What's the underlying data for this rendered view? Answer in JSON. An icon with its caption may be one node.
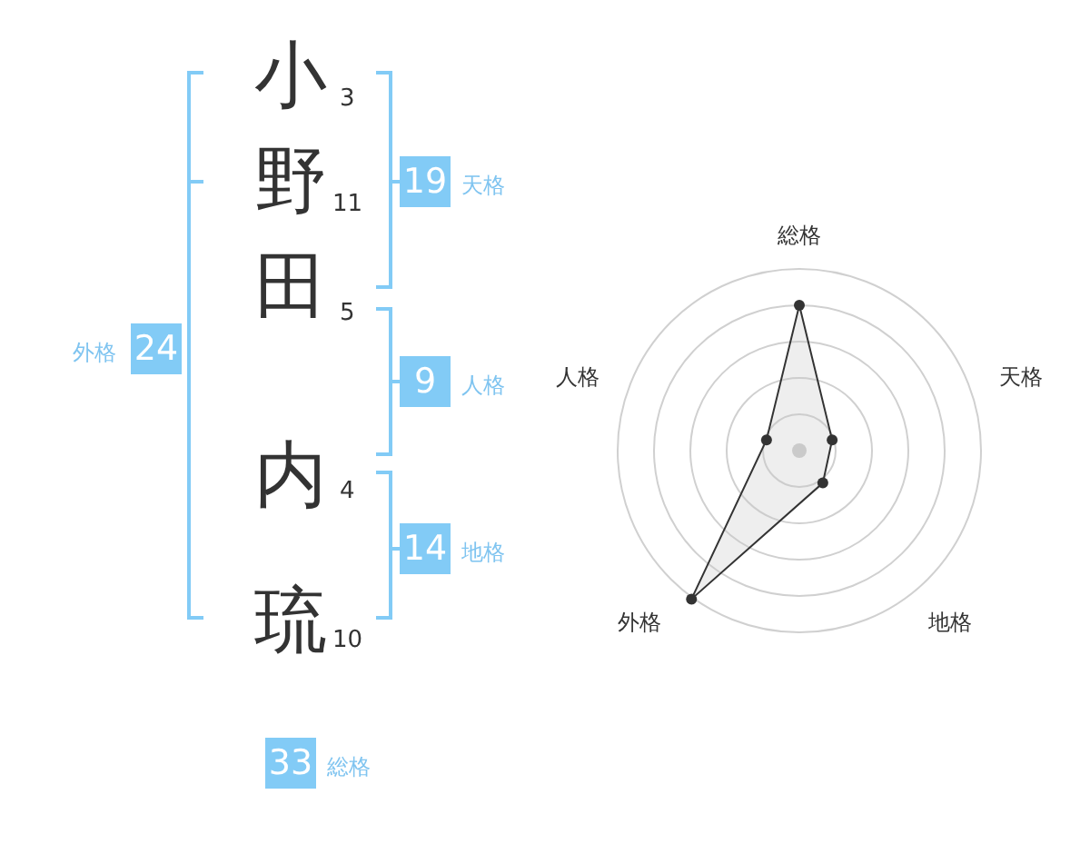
{
  "diagram": {
    "nodes": [
      {
        "text": [
          "19"
        ],
        "beside": [
          "天格"
        ]
      },
      {
        "text": [
          "24"
        ],
        "beside": [
          "外格"
        ]
      },
      {
        "text": [
          "9"
        ],
        "beside": [
          "人格"
        ]
      },
      {
        "text": [
          "14"
        ],
        "beside": [
          "地格"
        ]
      },
      {
        "text": [
          "33"
        ],
        "beside": [
          "総格"
        ]
      }
    ],
    "labels": [
      "小",
      "3",
      "野",
      "11",
      "田",
      "5",
      "内",
      "4",
      "琉",
      "10",
      "総格",
      "人格",
      "天格",
      "外格",
      "地格"
    ]
  }
}
